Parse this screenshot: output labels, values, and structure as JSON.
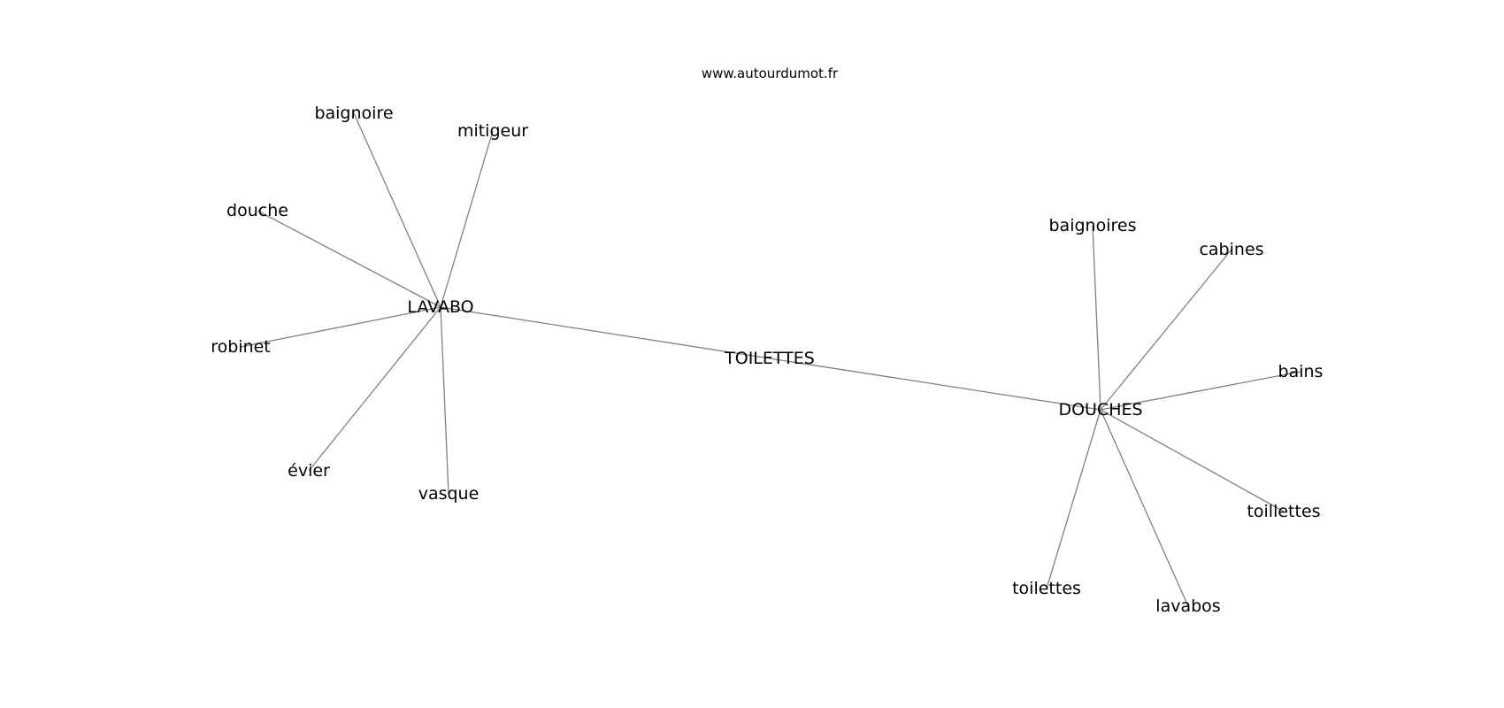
{
  "watermark": "www.autourdumot.fr",
  "colors": {
    "edge": "#808080",
    "text": "#000000",
    "background": "#ffffff"
  },
  "nodes": [
    {
      "id": "toilettes_center",
      "label": "TOILETTES",
      "hub": true
    },
    {
      "id": "lavabo",
      "label": "LAVABO",
      "hub": true
    },
    {
      "id": "douches",
      "label": "DOUCHES",
      "hub": true
    },
    {
      "id": "baignoire",
      "label": "baignoire"
    },
    {
      "id": "mitigeur",
      "label": "mitigeur"
    },
    {
      "id": "douche",
      "label": "douche"
    },
    {
      "id": "robinet",
      "label": "robinet"
    },
    {
      "id": "evier",
      "label": "évier"
    },
    {
      "id": "vasque",
      "label": "vasque"
    },
    {
      "id": "baignoires",
      "label": "baignoires"
    },
    {
      "id": "cabines",
      "label": "cabines"
    },
    {
      "id": "bains",
      "label": "bains"
    },
    {
      "id": "toillettes",
      "label": "toillettes"
    },
    {
      "id": "toilettes",
      "label": "toilettes"
    },
    {
      "id": "lavabos",
      "label": "lavabos"
    }
  ],
  "edges": [
    [
      "lavabo",
      "toilettes_center"
    ],
    [
      "toilettes_center",
      "douches"
    ],
    [
      "lavabo",
      "baignoire"
    ],
    [
      "lavabo",
      "mitigeur"
    ],
    [
      "lavabo",
      "douche"
    ],
    [
      "lavabo",
      "robinet"
    ],
    [
      "lavabo",
      "evier"
    ],
    [
      "lavabo",
      "vasque"
    ],
    [
      "douches",
      "baignoires"
    ],
    [
      "douches",
      "cabines"
    ],
    [
      "douches",
      "bains"
    ],
    [
      "douches",
      "toillettes"
    ],
    [
      "douches",
      "toilettes"
    ],
    [
      "douches",
      "lavabos"
    ]
  ]
}
